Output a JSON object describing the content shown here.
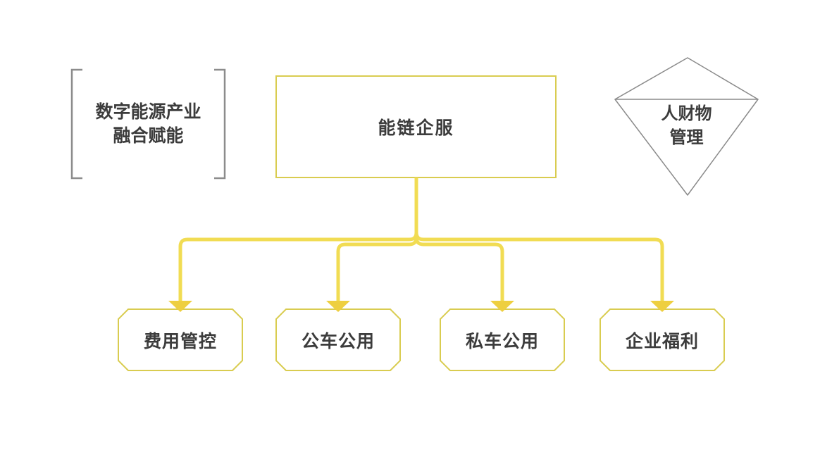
{
  "colors": {
    "background": "#ffffff",
    "connector_yellow": "#f1dc53",
    "arrow_yellow": "#eecf40",
    "node_border_yellow": "#d9cc50",
    "outline_gray": "#8c8c8c",
    "text_dark": "#3c3c3c"
  },
  "diagram": {
    "side_label": {
      "line1": "数字能源产业",
      "line2": "融合赋能"
    },
    "root": {
      "label": "能链企服"
    },
    "diamond": {
      "line1": "人财物",
      "line2": "管理"
    },
    "children": [
      {
        "label": "费用管控"
      },
      {
        "label": "公车公用"
      },
      {
        "label": "私车公用"
      },
      {
        "label": "企业福利"
      }
    ]
  }
}
